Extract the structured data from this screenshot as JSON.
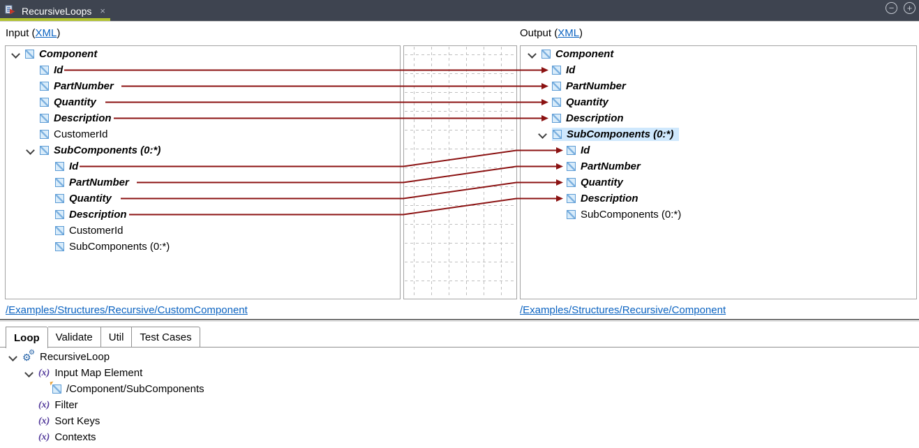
{
  "titlebar": {
    "tab_title": "RecursiveLoops",
    "close_glyph": "×",
    "collapse_glyph": "−",
    "expand_glyph": "+"
  },
  "sections": {
    "input": {
      "label_prefix": "Input (",
      "link_text": "XML",
      "label_suffix": ")",
      "path": "/Examples/Structures/Recursive/CustomComponent"
    },
    "output": {
      "label_prefix": "Output (",
      "link_text": "XML",
      "label_suffix": ")",
      "path": "/Examples/Structures/Recursive/Component"
    }
  },
  "input_tree": {
    "nodes": [
      {
        "label": "Component"
      },
      {
        "label": "Id"
      },
      {
        "label": "PartNumber"
      },
      {
        "label": "Quantity"
      },
      {
        "label": "Description"
      },
      {
        "label": "CustomerId"
      },
      {
        "label": "SubComponents (0:*)"
      },
      {
        "label": "Id"
      },
      {
        "label": "PartNumber"
      },
      {
        "label": "Quantity"
      },
      {
        "label": "Description"
      },
      {
        "label": "CustomerId"
      },
      {
        "label": "SubComponents (0:*)"
      }
    ]
  },
  "output_tree": {
    "nodes": [
      {
        "label": "Component"
      },
      {
        "label": "Id"
      },
      {
        "label": "PartNumber"
      },
      {
        "label": "Quantity"
      },
      {
        "label": "Description"
      },
      {
        "label": "SubComponents (0:*)"
      },
      {
        "label": "Id"
      },
      {
        "label": "PartNumber"
      },
      {
        "label": "Quantity"
      },
      {
        "label": "Description"
      },
      {
        "label": "SubComponents (0:*)"
      }
    ]
  },
  "mappings": [
    {
      "source": "/Component/Id",
      "target": "/Component/Id"
    },
    {
      "source": "/Component/PartNumber",
      "target": "/Component/PartNumber"
    },
    {
      "source": "/Component/Quantity",
      "target": "/Component/Quantity"
    },
    {
      "source": "/Component/Description",
      "target": "/Component/Description"
    },
    {
      "source": "/Component/SubComponents/Id",
      "target": "/Component/SubComponents/Id"
    },
    {
      "source": "/Component/SubComponents/PartNumber",
      "target": "/Component/SubComponents/PartNumber"
    },
    {
      "source": "/Component/SubComponents/Quantity",
      "target": "/Component/SubComponents/Quantity"
    },
    {
      "source": "/Component/SubComponents/Description",
      "target": "/Component/SubComponents/Description"
    }
  ],
  "bottom": {
    "tabs": [
      {
        "label": "Loop"
      },
      {
        "label": "Validate"
      },
      {
        "label": "Util"
      },
      {
        "label": "Test Cases"
      }
    ],
    "active_tab": "Loop",
    "tree": [
      {
        "label": "RecursiveLoop"
      },
      {
        "label": "Input Map Element"
      },
      {
        "label": "/Component/SubComponents"
      },
      {
        "label": "Filter"
      },
      {
        "label": "Sort Keys"
      },
      {
        "label": "Contexts"
      }
    ],
    "fx_glyph": "(x)",
    "gear_glyph": "⚙"
  },
  "colors": {
    "titlebar_bg": "#3e4450",
    "active_tab_underline": "#b1c22f",
    "mapping_line": "#8b1212",
    "link_blue": "#0b63c1",
    "node_icon_blue": "#5b9bd5",
    "selection_highlight": "#cfe8fd",
    "fx_purple": "#4f3699"
  }
}
